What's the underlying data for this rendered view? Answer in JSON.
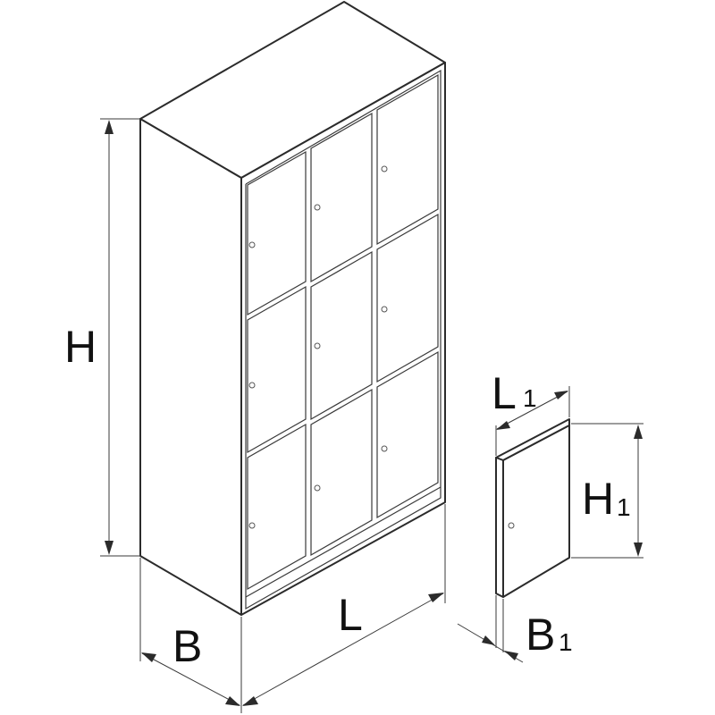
{
  "labels": {
    "H": "H",
    "L": "L",
    "B": "B",
    "L1_main": "L",
    "L1_sub": "1",
    "H1_main": "H",
    "H1_sub": "1",
    "B1_main": "B",
    "B1_sub": "1"
  },
  "colors": {
    "line": "#2b2b2b",
    "background": "#ffffff"
  }
}
